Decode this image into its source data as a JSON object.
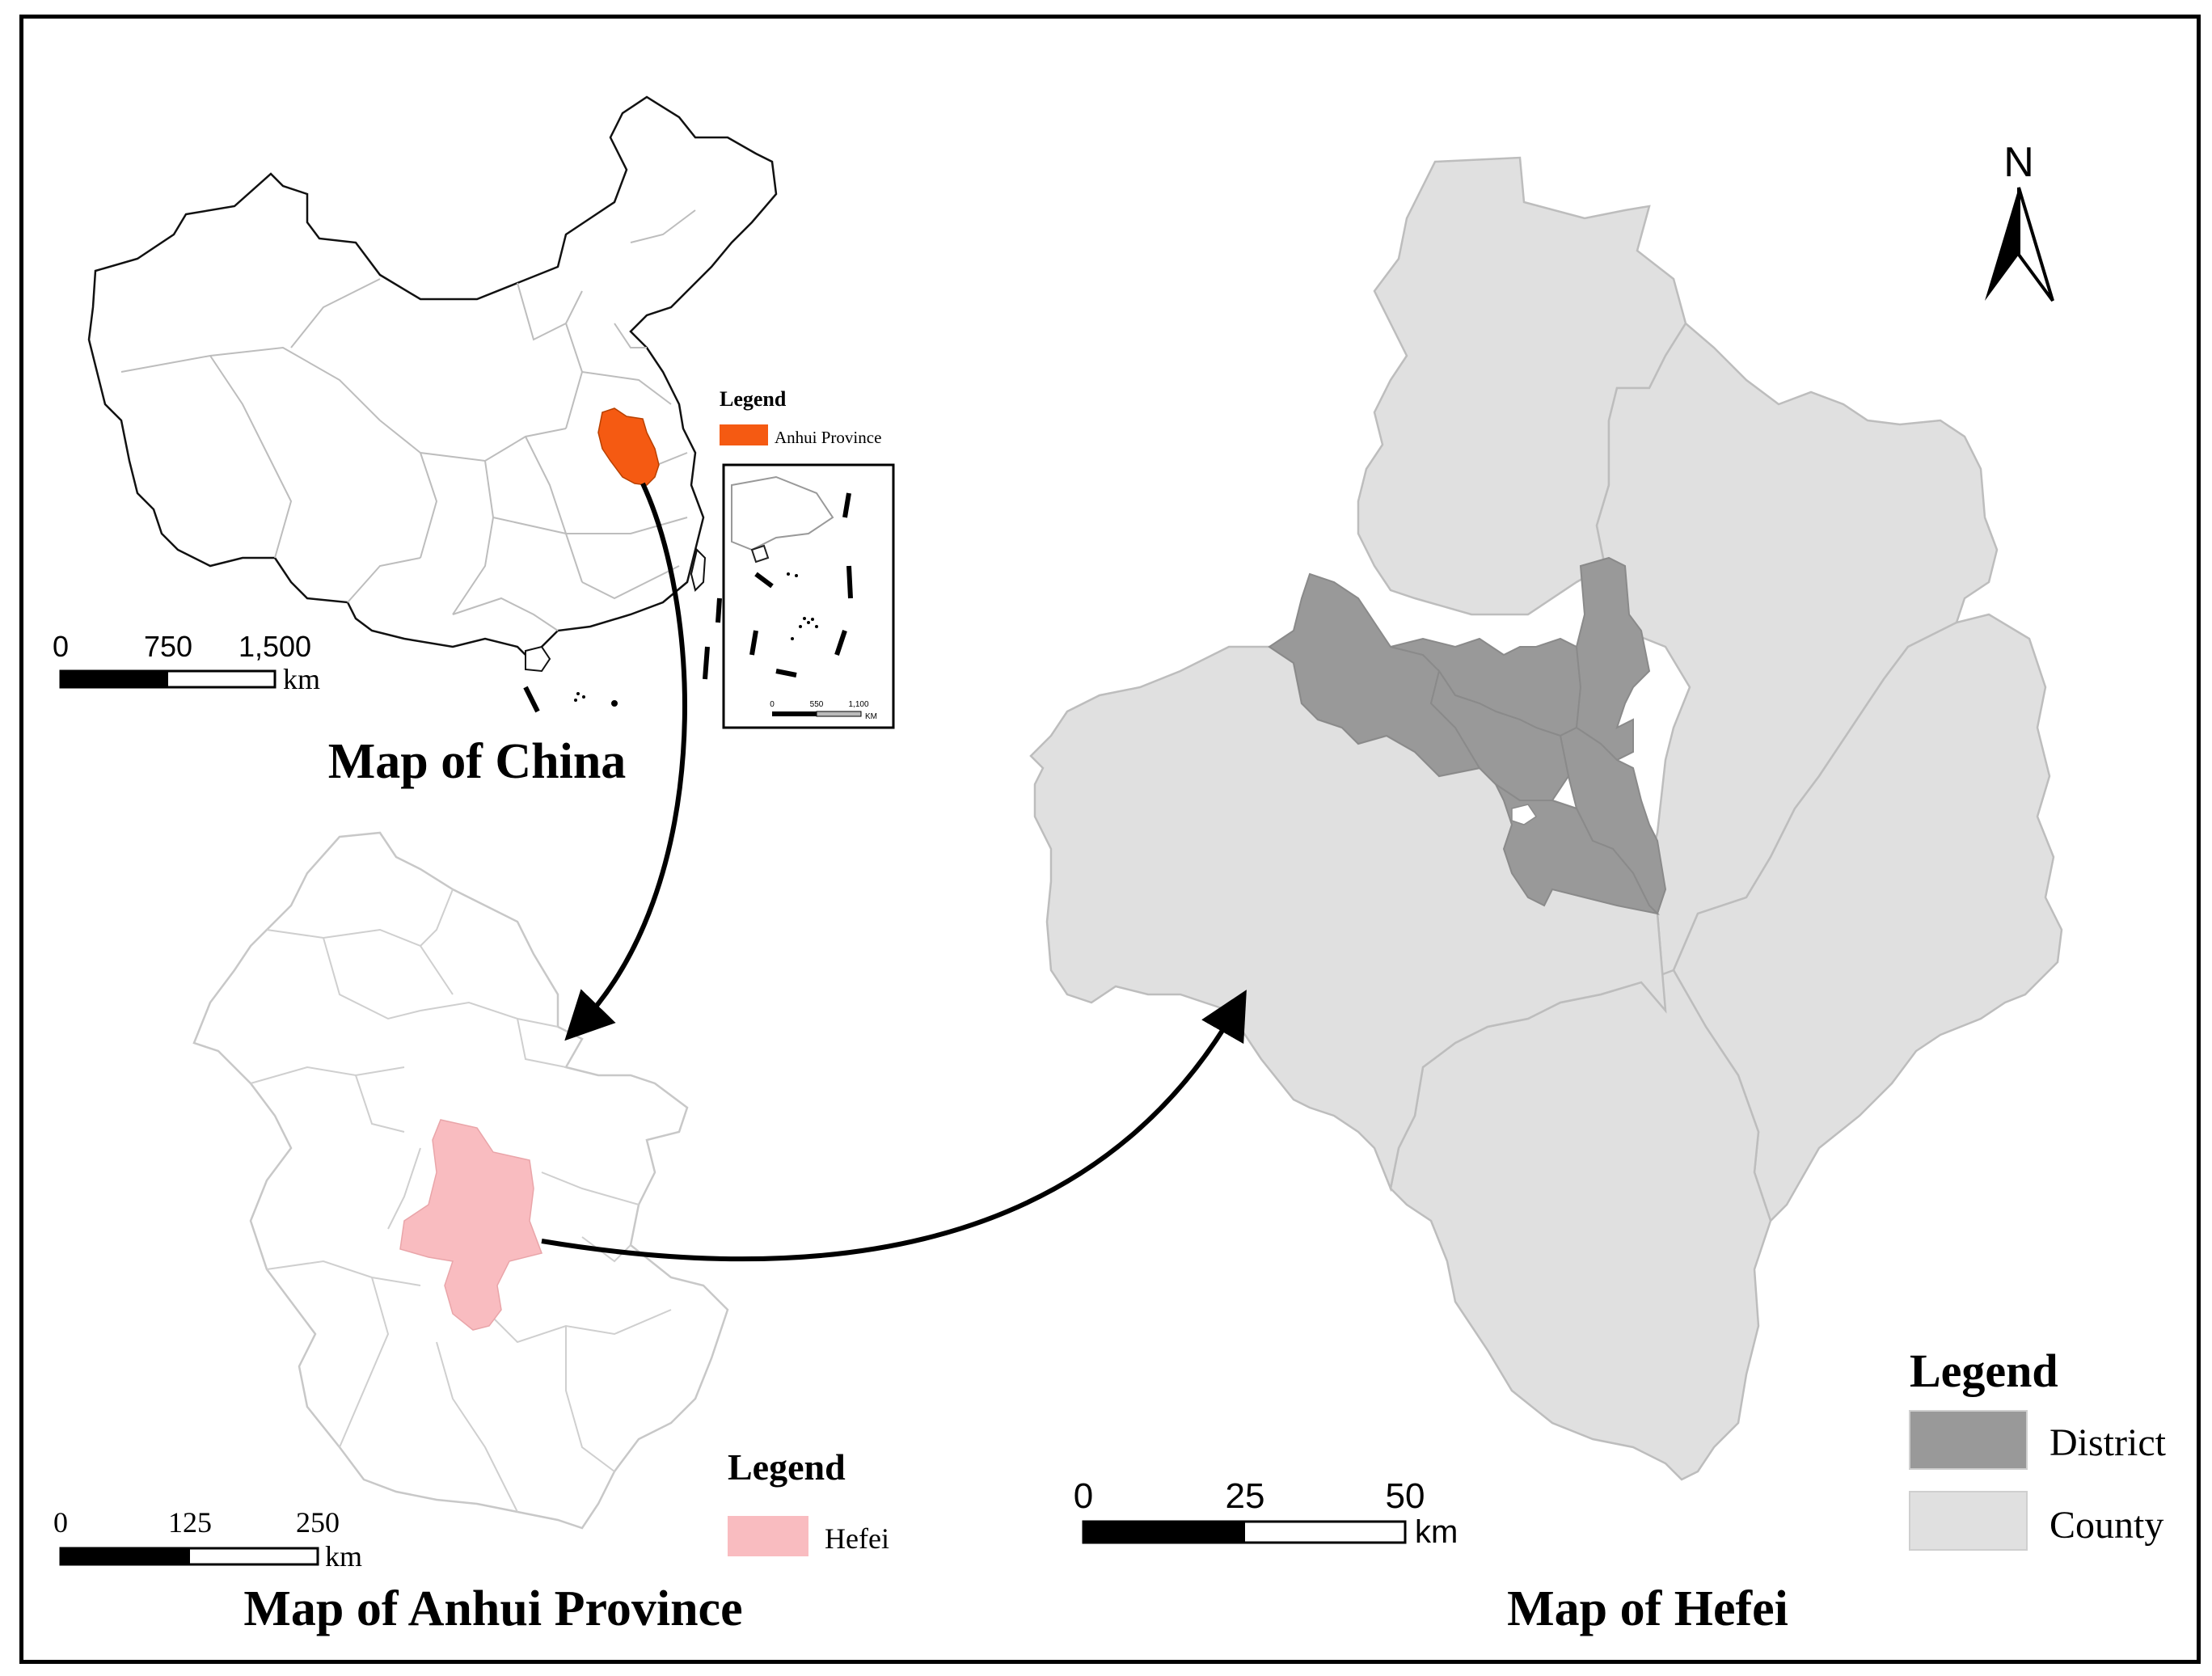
{
  "colors": {
    "anhui_highlight": "#f55a12",
    "hefei_highlight": "#f9bcc0",
    "district": "#999999",
    "county": "#e0e0e0",
    "boundary": "#bdbdbd",
    "frame": "#000000"
  },
  "china_map": {
    "title": "Map of China",
    "legend": {
      "title": "Legend",
      "item": "Anhui Province"
    },
    "scale": {
      "ticks": [
        "0",
        "750",
        "1,500"
      ],
      "unit": "km"
    },
    "inset_scale": {
      "ticks": [
        "0",
        "550",
        "1,100"
      ],
      "unit": "KM"
    }
  },
  "anhui_map": {
    "title": "Map of Anhui Province",
    "legend": {
      "title": "Legend",
      "item": "Hefei"
    },
    "scale": {
      "ticks": [
        "0",
        "125",
        "250"
      ],
      "unit": "km"
    }
  },
  "hefei_map": {
    "title": "Map of Hefei",
    "legend": {
      "title": "Legend",
      "items": [
        "District",
        "County"
      ]
    },
    "scale": {
      "ticks": [
        "0",
        "25",
        "50"
      ],
      "unit": "km"
    }
  },
  "north_arrow": {
    "label": "N"
  }
}
